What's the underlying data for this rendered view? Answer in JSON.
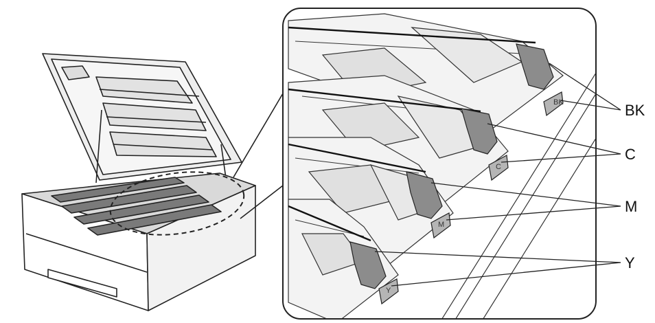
{
  "callouts": {
    "bk": "BK",
    "c": "C",
    "m": "M",
    "y": "Y"
  },
  "tab_marks": {
    "bk": "BK",
    "c": "C",
    "m": "M",
    "y": "Y"
  },
  "colors": {
    "line": "#222222",
    "light_gray": "#e6e6e6",
    "mid_gray": "#bdbdbd",
    "tab_gray": "#8c8c8c",
    "dark": "#3a3a3a"
  }
}
